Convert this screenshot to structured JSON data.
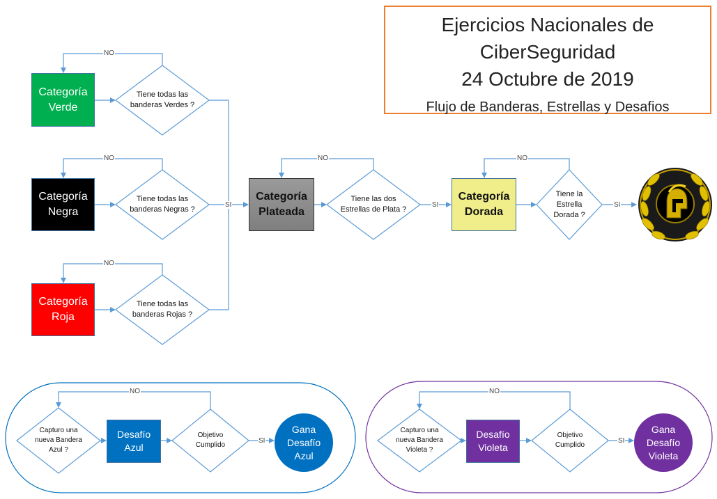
{
  "header": {
    "title_line1": "Ejercicios Nacionales de",
    "title_line2": "CiberSeguridad",
    "title_line3": "24 Octubre de 2019",
    "subtitle": "Flujo de Banderas, Estrellas y Desafios"
  },
  "categories": {
    "verde": "Categoría\nVerde",
    "negra": "Categoría\nNegra",
    "roja": "Categoría\nRoja",
    "plateada": "Categoría\nPlateada",
    "dorada": "Categoría\nDorada"
  },
  "decisions": {
    "verde": "Tiene todas las\nbanderas Verdes ?",
    "negra": "Tiene todas las\nbanderas Negras ?",
    "roja": "Tiene todas las\nbanderas Rojas ?",
    "plata": "Tiene las dos\nEstrellas de Plata ?",
    "dorada": "Tiene la\nEstrella\nDorada ?"
  },
  "labels": {
    "no": "NO",
    "si": "SI"
  },
  "challenges": {
    "azul": {
      "question": "Capturo una\nnueva Bandera\nAzul ?",
      "box": "Desafío\nAzul",
      "objective": "Objetivo\nCumplido",
      "result": "Gana\nDesafío\nAzul"
    },
    "violeta": {
      "question": "Capturo una\nnueva Bandera\nVioleta ?",
      "box": "Desafío\nVioleta",
      "objective": "Objetivo\nCumplido",
      "result": "Gana\nDesafío\nVioleta"
    }
  },
  "colors": {
    "verde": "#00b050",
    "negra": "#000000",
    "roja": "#ff0000",
    "plateada": "#8c8c8c",
    "dorada": "#f0ee8a",
    "azul": "#0070c0",
    "violeta": "#7030a0",
    "connector": "#5b9bd5",
    "title_border": "#ed7d31"
  },
  "icons": {
    "trophy": "spartan-helmet-laurel-emblem"
  }
}
